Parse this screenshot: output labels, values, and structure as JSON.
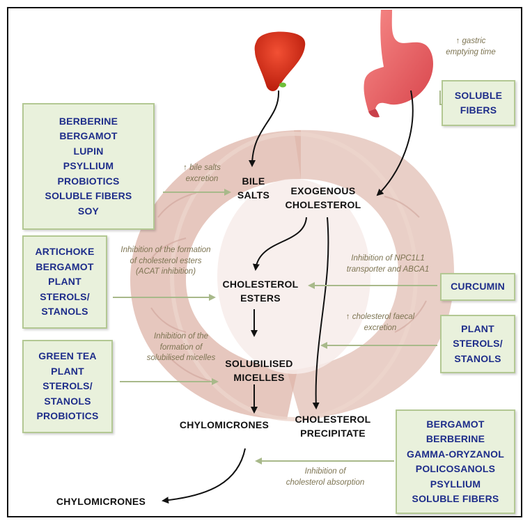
{
  "boxes": {
    "left1": [
      "BERBERINE",
      "BERGAMOT",
      "LUPIN",
      "PSYLLIUM",
      "PROBIOTICS",
      "SOLUBLE FIBERS",
      "SOY"
    ],
    "left2": [
      "ARTICHOKE",
      "BERGAMOT",
      "PLANT",
      "STEROLS/",
      "STANOLS"
    ],
    "left3": [
      "GREEN TEA",
      "PLANT",
      "STEROLS/",
      "STANOLS",
      "PROBIOTICS"
    ],
    "right1": [
      "SOLUBLE",
      "FIBERS"
    ],
    "right2": [
      "CURCUMIN"
    ],
    "right3": [
      "PLANT",
      "STEROLS/",
      "STANOLS"
    ],
    "right4": [
      "BERGAMOT",
      "BERBERINE",
      "GAMMA-ORYZANOL",
      "POLICOSANOLS",
      "PSYLLIUM",
      "SOLUBLE FIBERS"
    ]
  },
  "nodes": {
    "bile_salts": [
      "BILE",
      "SALTS"
    ],
    "exogenous_cholesterol": [
      "EXOGENOUS",
      "CHOLESTEROL"
    ],
    "cholesterol_esters": [
      "CHOLESTEROL",
      "ESTERS"
    ],
    "solubilised_micelles": [
      "SOLUBILISED",
      "MICELLES"
    ],
    "chylomicrones_mid": [
      "CHYLOMICRONES"
    ],
    "cholesterol_precipitate": [
      "CHOLESTEROL",
      "PRECIPITATE"
    ],
    "chylomicrones_out": [
      "CHYLOMICRONES"
    ]
  },
  "annotations": {
    "gastric": [
      "↑ gastric",
      "emptying time"
    ],
    "bile_salts": [
      "↑ bile salts",
      "excretion"
    ],
    "acat": [
      "Inhibition of the formation",
      "of cholesterol esters",
      "(ACAT inhibition)"
    ],
    "npc1l1": [
      "Inhibition of NPC1L1",
      "transporter and ABCA1"
    ],
    "faecal": [
      "↑ cholesterol faecal",
      "excretion"
    ],
    "micelles": [
      "Inhibition of the",
      "formation of",
      "solubilised micelles"
    ],
    "absorption": [
      "Inhibition of",
      "cholesterol absorption"
    ]
  },
  "colors": {
    "box_fill": "#e9f1dc",
    "box_border": "#b3c893",
    "box_text": "#1e2d8a",
    "annotation_text": "#7d7452",
    "arrow_green": "#a8b98a",
    "liver": "#d42a14",
    "stomach": "#e85a5e",
    "intestine": "#d8b0a4"
  },
  "icons": [
    "liver-icon",
    "stomach-icon"
  ]
}
